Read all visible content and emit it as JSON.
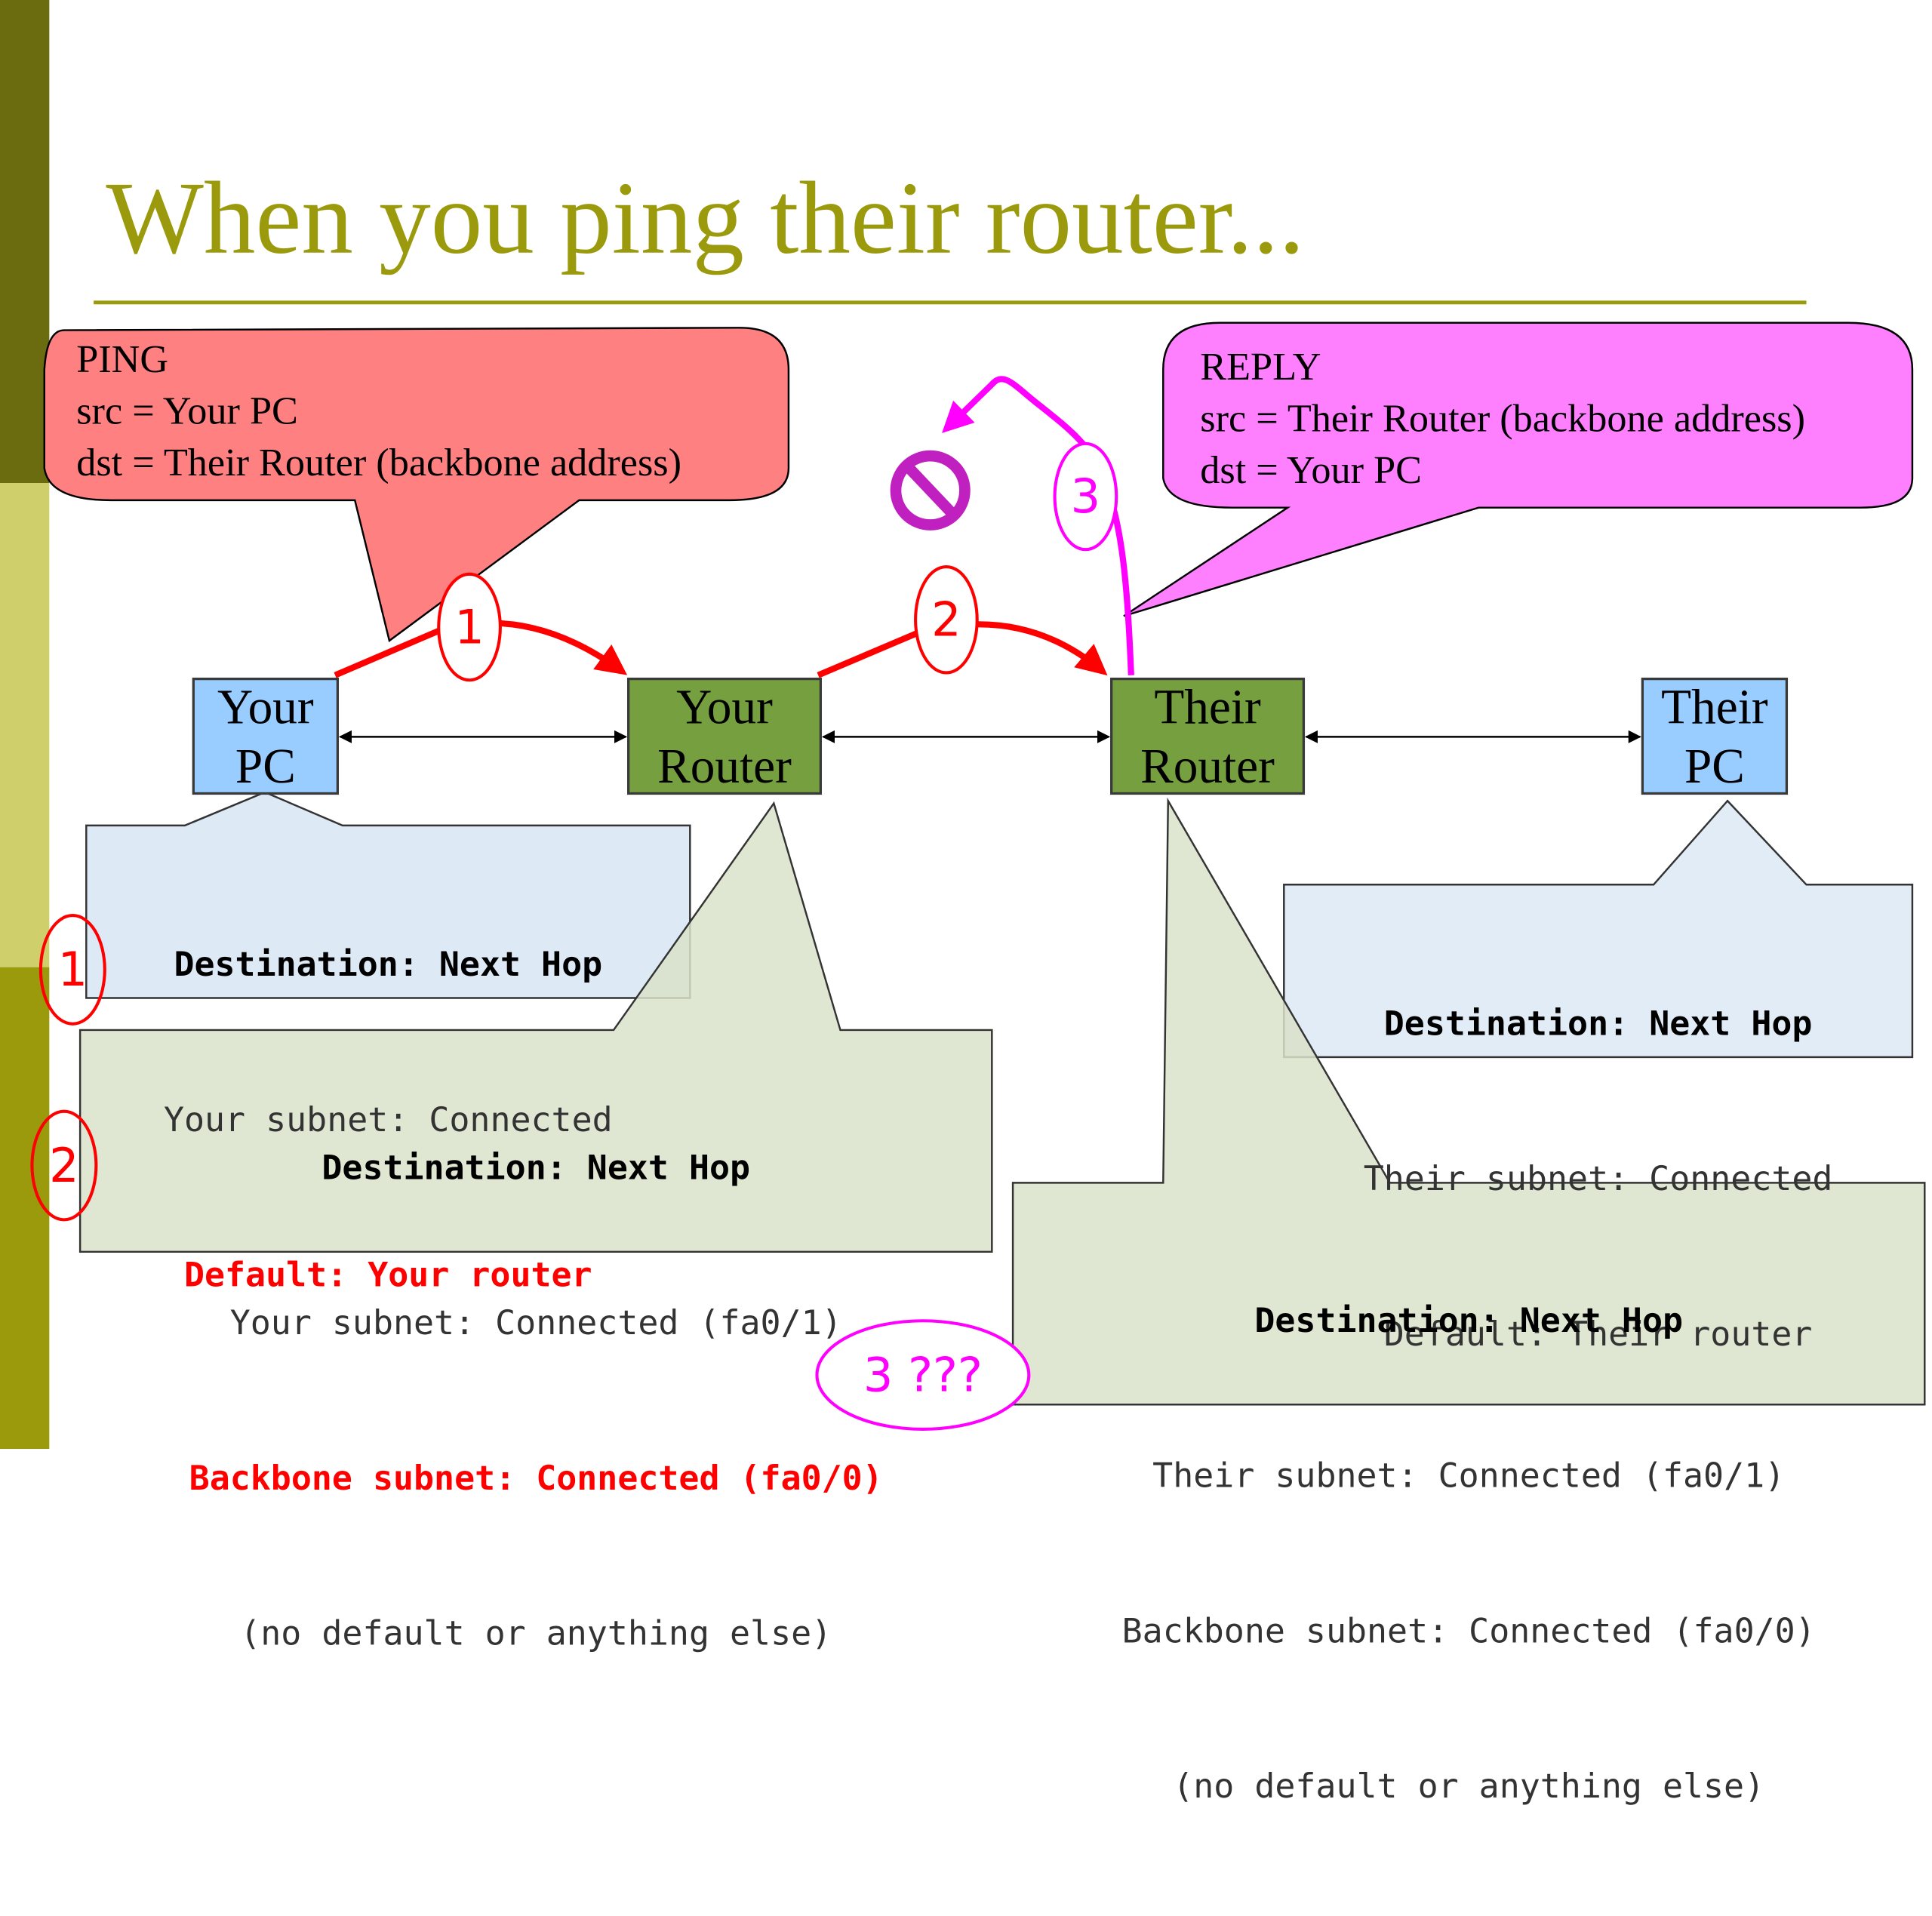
{
  "title": "When you ping their router...",
  "colors": {
    "title": "#9a9a0c",
    "ping_callout": "#ff8080",
    "reply_callout": "#ff80ff",
    "pc_box": "#99ccff",
    "router_box": "#76a040",
    "table_pc": "#dde9f5",
    "table_router": "#d9e2c9",
    "step_red": "#ff0000",
    "step_magenta": "#ff00ff"
  },
  "ping": {
    "line1": "PING",
    "line2": "src = Your PC",
    "line3": "dst = Their Router (backbone address)"
  },
  "reply": {
    "line1": "REPLY",
    "line2": "src = Their Router (backbone address)",
    "line3": "dst = Your PC"
  },
  "nodes": {
    "your_pc": {
      "line1": "Your",
      "line2": "PC"
    },
    "your_router": {
      "line1": "Your",
      "line2": "Router"
    },
    "their_router": {
      "line1": "Their",
      "line2": "Router"
    },
    "their_pc": {
      "line1": "Their",
      "line2": "PC"
    }
  },
  "tables": {
    "your_pc": {
      "header": "Destination: Next Hop",
      "row1": "Your subnet: Connected",
      "row2": "Default: Your router"
    },
    "your_router": {
      "header": "Destination: Next Hop",
      "row1": "Your subnet: Connected (fa0/1)",
      "row2": "Backbone subnet: Connected (fa0/0)",
      "row3": "(no default or anything else)"
    },
    "their_router": {
      "header": "Destination: Next Hop",
      "row1": "Their subnet: Connected (fa0/1)",
      "row2": "Backbone subnet: Connected (fa0/0)",
      "row3": "(no default or anything else)"
    },
    "their_pc": {
      "header": "Destination: Next Hop",
      "row1": "Their subnet: Connected",
      "row2": "Default: Their router"
    }
  },
  "steps": {
    "s1": "1",
    "s2": "2",
    "s3": "3",
    "s1_table": "1",
    "s2_table": "2",
    "s3_question": "3 ???"
  },
  "icons": {
    "blocked": "no-entry-icon"
  }
}
